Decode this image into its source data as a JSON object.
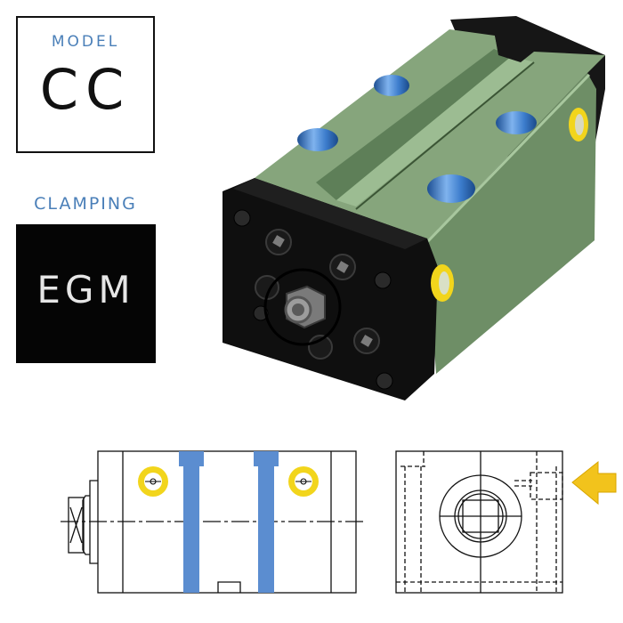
{
  "model_badge": {
    "label": "MODEL",
    "value": "CC"
  },
  "clamping_badge": {
    "label": "CLAMPING",
    "value": "EGM"
  },
  "product_render": {
    "description": "3D render of hydraulic clamping cylinder block",
    "colors": {
      "body": "#86a57c",
      "body_side": "#6e8e66",
      "end_plate": "#121212",
      "ports": "#4a86d0",
      "port_ring": "#f2d51c"
    }
  },
  "drawings": {
    "side_view": {
      "description": "Side view technical drawing with mounting bolts and ports"
    },
    "end_view": {
      "description": "End view technical drawing with port arrow"
    },
    "arrow_color": "#f2c31c"
  }
}
